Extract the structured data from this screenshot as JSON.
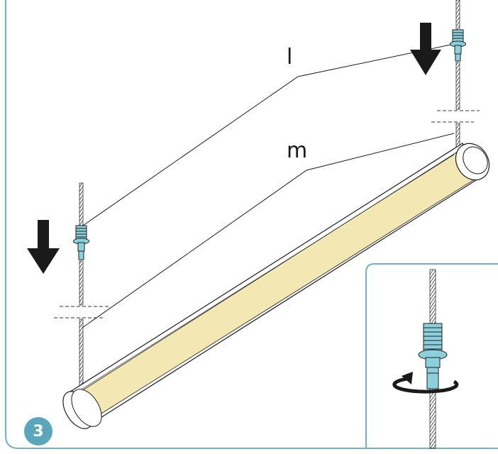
{
  "step": {
    "number": "3"
  },
  "callouts": {
    "label_l": "l",
    "label_m": "m"
  },
  "colors": {
    "frame": "#6fb4c6",
    "badge": "#5aa7bb",
    "tube_fill": "#f3e8b3",
    "connector": "#8ad0dd",
    "line": "#1a1a1a"
  },
  "icons": {
    "arrow_left": "down-arrow-icon",
    "arrow_right": "down-arrow-icon",
    "rotate": "rotate-arrow-icon"
  }
}
